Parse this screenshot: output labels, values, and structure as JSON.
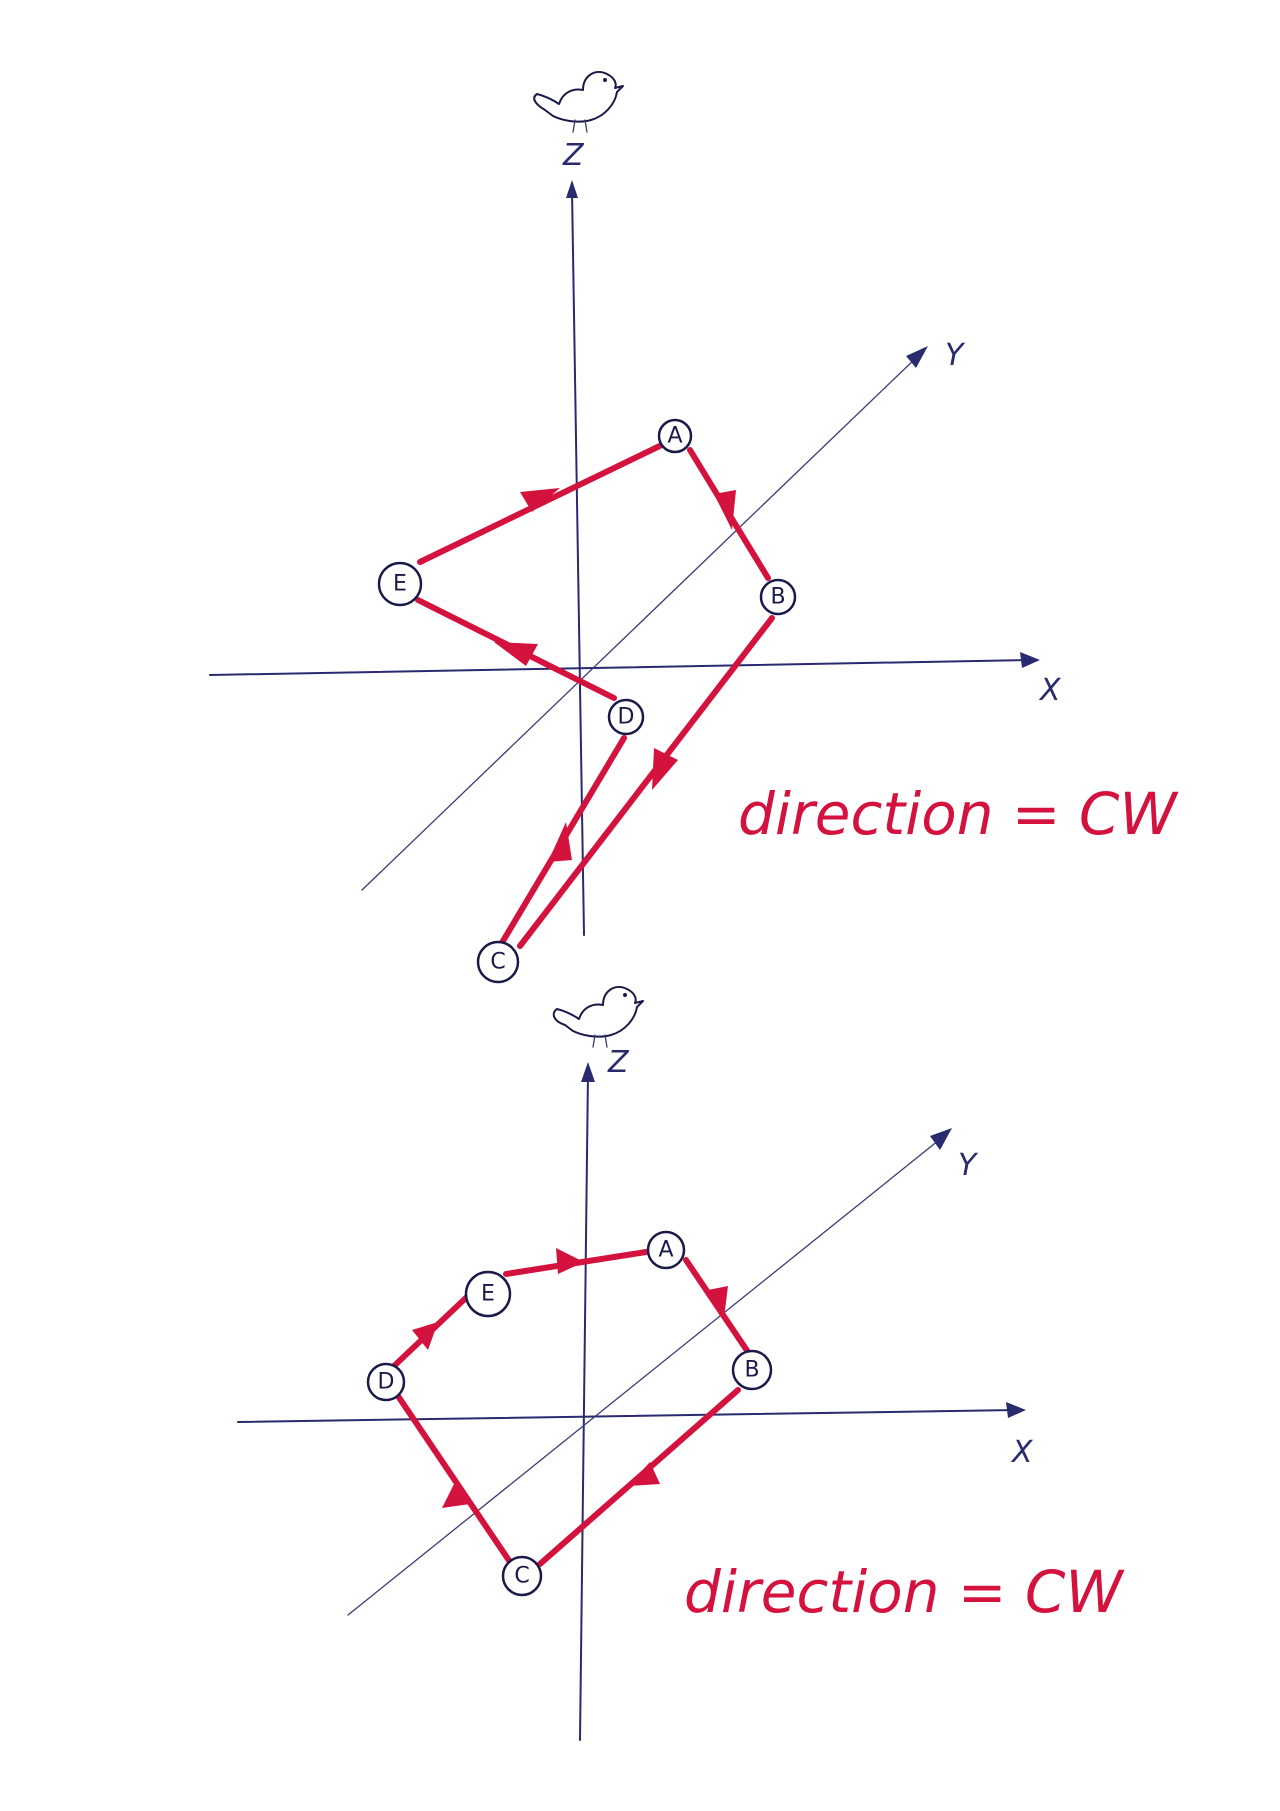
{
  "diagrams": [
    {
      "axis_labels": {
        "x": "X",
        "y": "Y",
        "z": "Z"
      },
      "nodes": [
        {
          "id": "A",
          "label": "A"
        },
        {
          "id": "B",
          "label": "B"
        },
        {
          "id": "C",
          "label": "C"
        },
        {
          "id": "D",
          "label": "D"
        },
        {
          "id": "E",
          "label": "E"
        }
      ],
      "edges": [
        [
          "A",
          "B"
        ],
        [
          "B",
          "C"
        ],
        [
          "C",
          "D"
        ],
        [
          "D",
          "E"
        ],
        [
          "E",
          "A"
        ]
      ],
      "direction_label": "direction = CW",
      "icon": "bird-icon"
    },
    {
      "axis_labels": {
        "x": "X",
        "y": "Y",
        "z": "Z"
      },
      "nodes": [
        {
          "id": "A",
          "label": "A"
        },
        {
          "id": "B",
          "label": "B"
        },
        {
          "id": "C",
          "label": "C"
        },
        {
          "id": "D",
          "label": "D"
        },
        {
          "id": "E",
          "label": "E"
        }
      ],
      "edges": [
        [
          "A",
          "B"
        ],
        [
          "B",
          "C"
        ],
        [
          "C",
          "D"
        ],
        [
          "D",
          "E"
        ],
        [
          "E",
          "A"
        ]
      ],
      "direction_label": "direction = CW",
      "icon": "bird-icon"
    }
  ],
  "colors": {
    "axis": "#2a2a6e",
    "path": "#d3123e",
    "node_outline": "#1a1a4a",
    "background": "#ffffff"
  }
}
